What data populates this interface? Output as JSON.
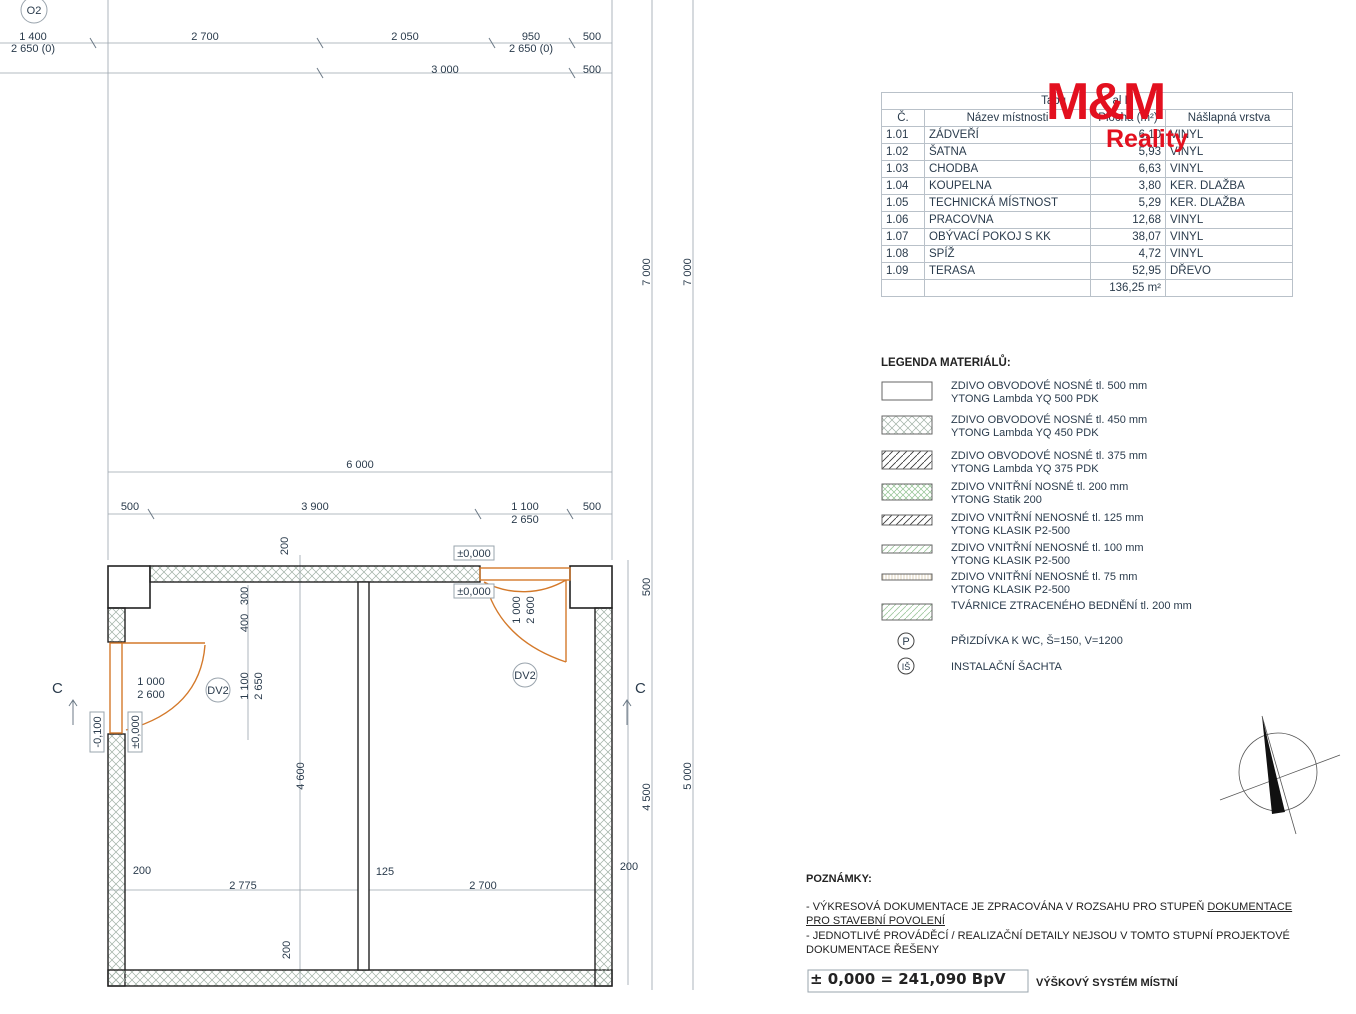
{
  "marker_o2": "O2",
  "dims_top": {
    "row1": [
      "1 400",
      "2 700",
      "2 050",
      "950",
      "500"
    ],
    "row1_sub": [
      "2 650 (0)",
      "2 650 (0)"
    ],
    "row2": [
      "3 000",
      "500"
    ],
    "overall_6000": "6 000",
    "row3": [
      "500",
      "3 900",
      "1 100",
      "500"
    ],
    "row3_sub": "2 650"
  },
  "dims_vertical": {
    "right_7000a": "7 000",
    "right_7000b": "7 000",
    "right_500": "500",
    "right_4500": "4 500",
    "right_5000": "5 000",
    "inner_200_top": "200",
    "inner_300": "300",
    "inner_400": "400",
    "inner_1100": "1 100",
    "inner_2650": "2 650",
    "inner_4600": "4 600",
    "inner_200_bottom": "200",
    "door_right_1000": "1 000",
    "door_right_2600": "2 600"
  },
  "dims_bottom": {
    "left_200": "200",
    "left_2775": "2 775",
    "mid_125": "125",
    "right_2700": "2 700",
    "right_200": "200"
  },
  "levels": {
    "top_1": "±0,000",
    "top_2": "±0,000",
    "left_minus": "-0,100",
    "left_zero": "±0,000"
  },
  "doors": {
    "left_label": "DV2",
    "left_w": "1 000",
    "left_h": "2 600",
    "right_label": "DV2"
  },
  "section_c_left": "C",
  "section_c_right": "C",
  "logo": {
    "mark": "M&M",
    "sub": "Reality",
    "color": "#e3101f"
  },
  "room_table": {
    "title": "Tabu",
    "title_tail": "al   N",
    "headers": [
      "Č.",
      "Název místnosti",
      "Plocha (m²)",
      "Nášlapná vrstva"
    ],
    "rows": [
      [
        "1.01",
        "ZÁDVEŘÍ",
        "6,10",
        "VINYL"
      ],
      [
        "1.02",
        "ŠATNA",
        "5,93",
        "VINYL"
      ],
      [
        "1.03",
        "CHODBA",
        "6,63",
        "VINYL"
      ],
      [
        "1.04",
        "KOUPELNA",
        "3,80",
        "KER. DLAŽBA"
      ],
      [
        "1.05",
        "TECHNICKÁ MÍSTNOST",
        "5,29",
        "KER. DLAŽBA"
      ],
      [
        "1.06",
        "PRACOVNA",
        "12,68",
        "VINYL"
      ],
      [
        "1.07",
        "OBÝVACÍ POKOJ S KK",
        "38,07",
        "VINYL"
      ],
      [
        "1.08",
        "SPÍŽ",
        "4,72",
        "VINYL"
      ],
      [
        "1.09",
        "TERASA",
        "52,95",
        "DŘEVO"
      ]
    ],
    "total": "136,25 m²"
  },
  "legend": {
    "title": "LEGENDA MATERIÁLŮ:",
    "items": [
      {
        "l1": "ZDIVO OBVODOVÉ NOSNÉ tl. 500 mm",
        "l2": "YTONG Lambda YQ 500 PDK"
      },
      {
        "l1": "ZDIVO OBVODOVÉ NOSNÉ tl. 450 mm",
        "l2": "YTONG Lambda YQ 450 PDK"
      },
      {
        "l1": "ZDIVO OBVODOVÉ NOSNÉ tl. 375 mm",
        "l2": "YTONG Lambda YQ 375 PDK"
      },
      {
        "l1": "ZDIVO VNITŘNÍ NOSNÉ tl. 200 mm",
        "l2": "YTONG Statik 200"
      },
      {
        "l1": "ZDIVO VNITŘNÍ NENOSNÉ tl. 125 mm",
        "l2": "YTONG KLASIK P2-500"
      },
      {
        "l1": "ZDIVO VNITŘNÍ NENOSNÉ tl. 100 mm",
        "l2": "YTONG KLASIK P2-500"
      },
      {
        "l1": "ZDIVO VNITŘNÍ NENOSNÉ tl. 75 mm",
        "l2": "YTONG KLASIK P2-500"
      },
      {
        "l1": "TVÁRNICE ZTRACENÉHO BEDNĚNÍ tl. 200 mm",
        "l2": ""
      }
    ],
    "sym_p": "P",
    "sym_p_text": "PŘIZDÍVKA K WC, Š=150, V=1200",
    "sym_is": "IŠ",
    "sym_is_text": "INSTALAČNÍ ŠACHTA"
  },
  "notes": {
    "title": "POZNÁMKY:",
    "line1a": "- VÝKRESOVÁ DOKUMENTACE JE ZPRACOVÁNA V ROZSAHU PRO STUPEŇ ",
    "line1b": "DOKUMENTACE",
    "line2": "PRO STAVEBNÍ POVOLENÍ",
    "line3": "- JEDNOTLIVÉ PROVÁDĚCÍ / REALIZAČNÍ DETAILY NEJSOU V TOMTO STUPNÍ PROJEKTOVÉ",
    "line4": "DOKUMENTACE ŘEŠENY"
  },
  "height_ref": {
    "value": "± 0,000 =  241,090 BpV",
    "label": "VÝŠKOVÝ SYSTÉM MÍSTNÍ"
  }
}
